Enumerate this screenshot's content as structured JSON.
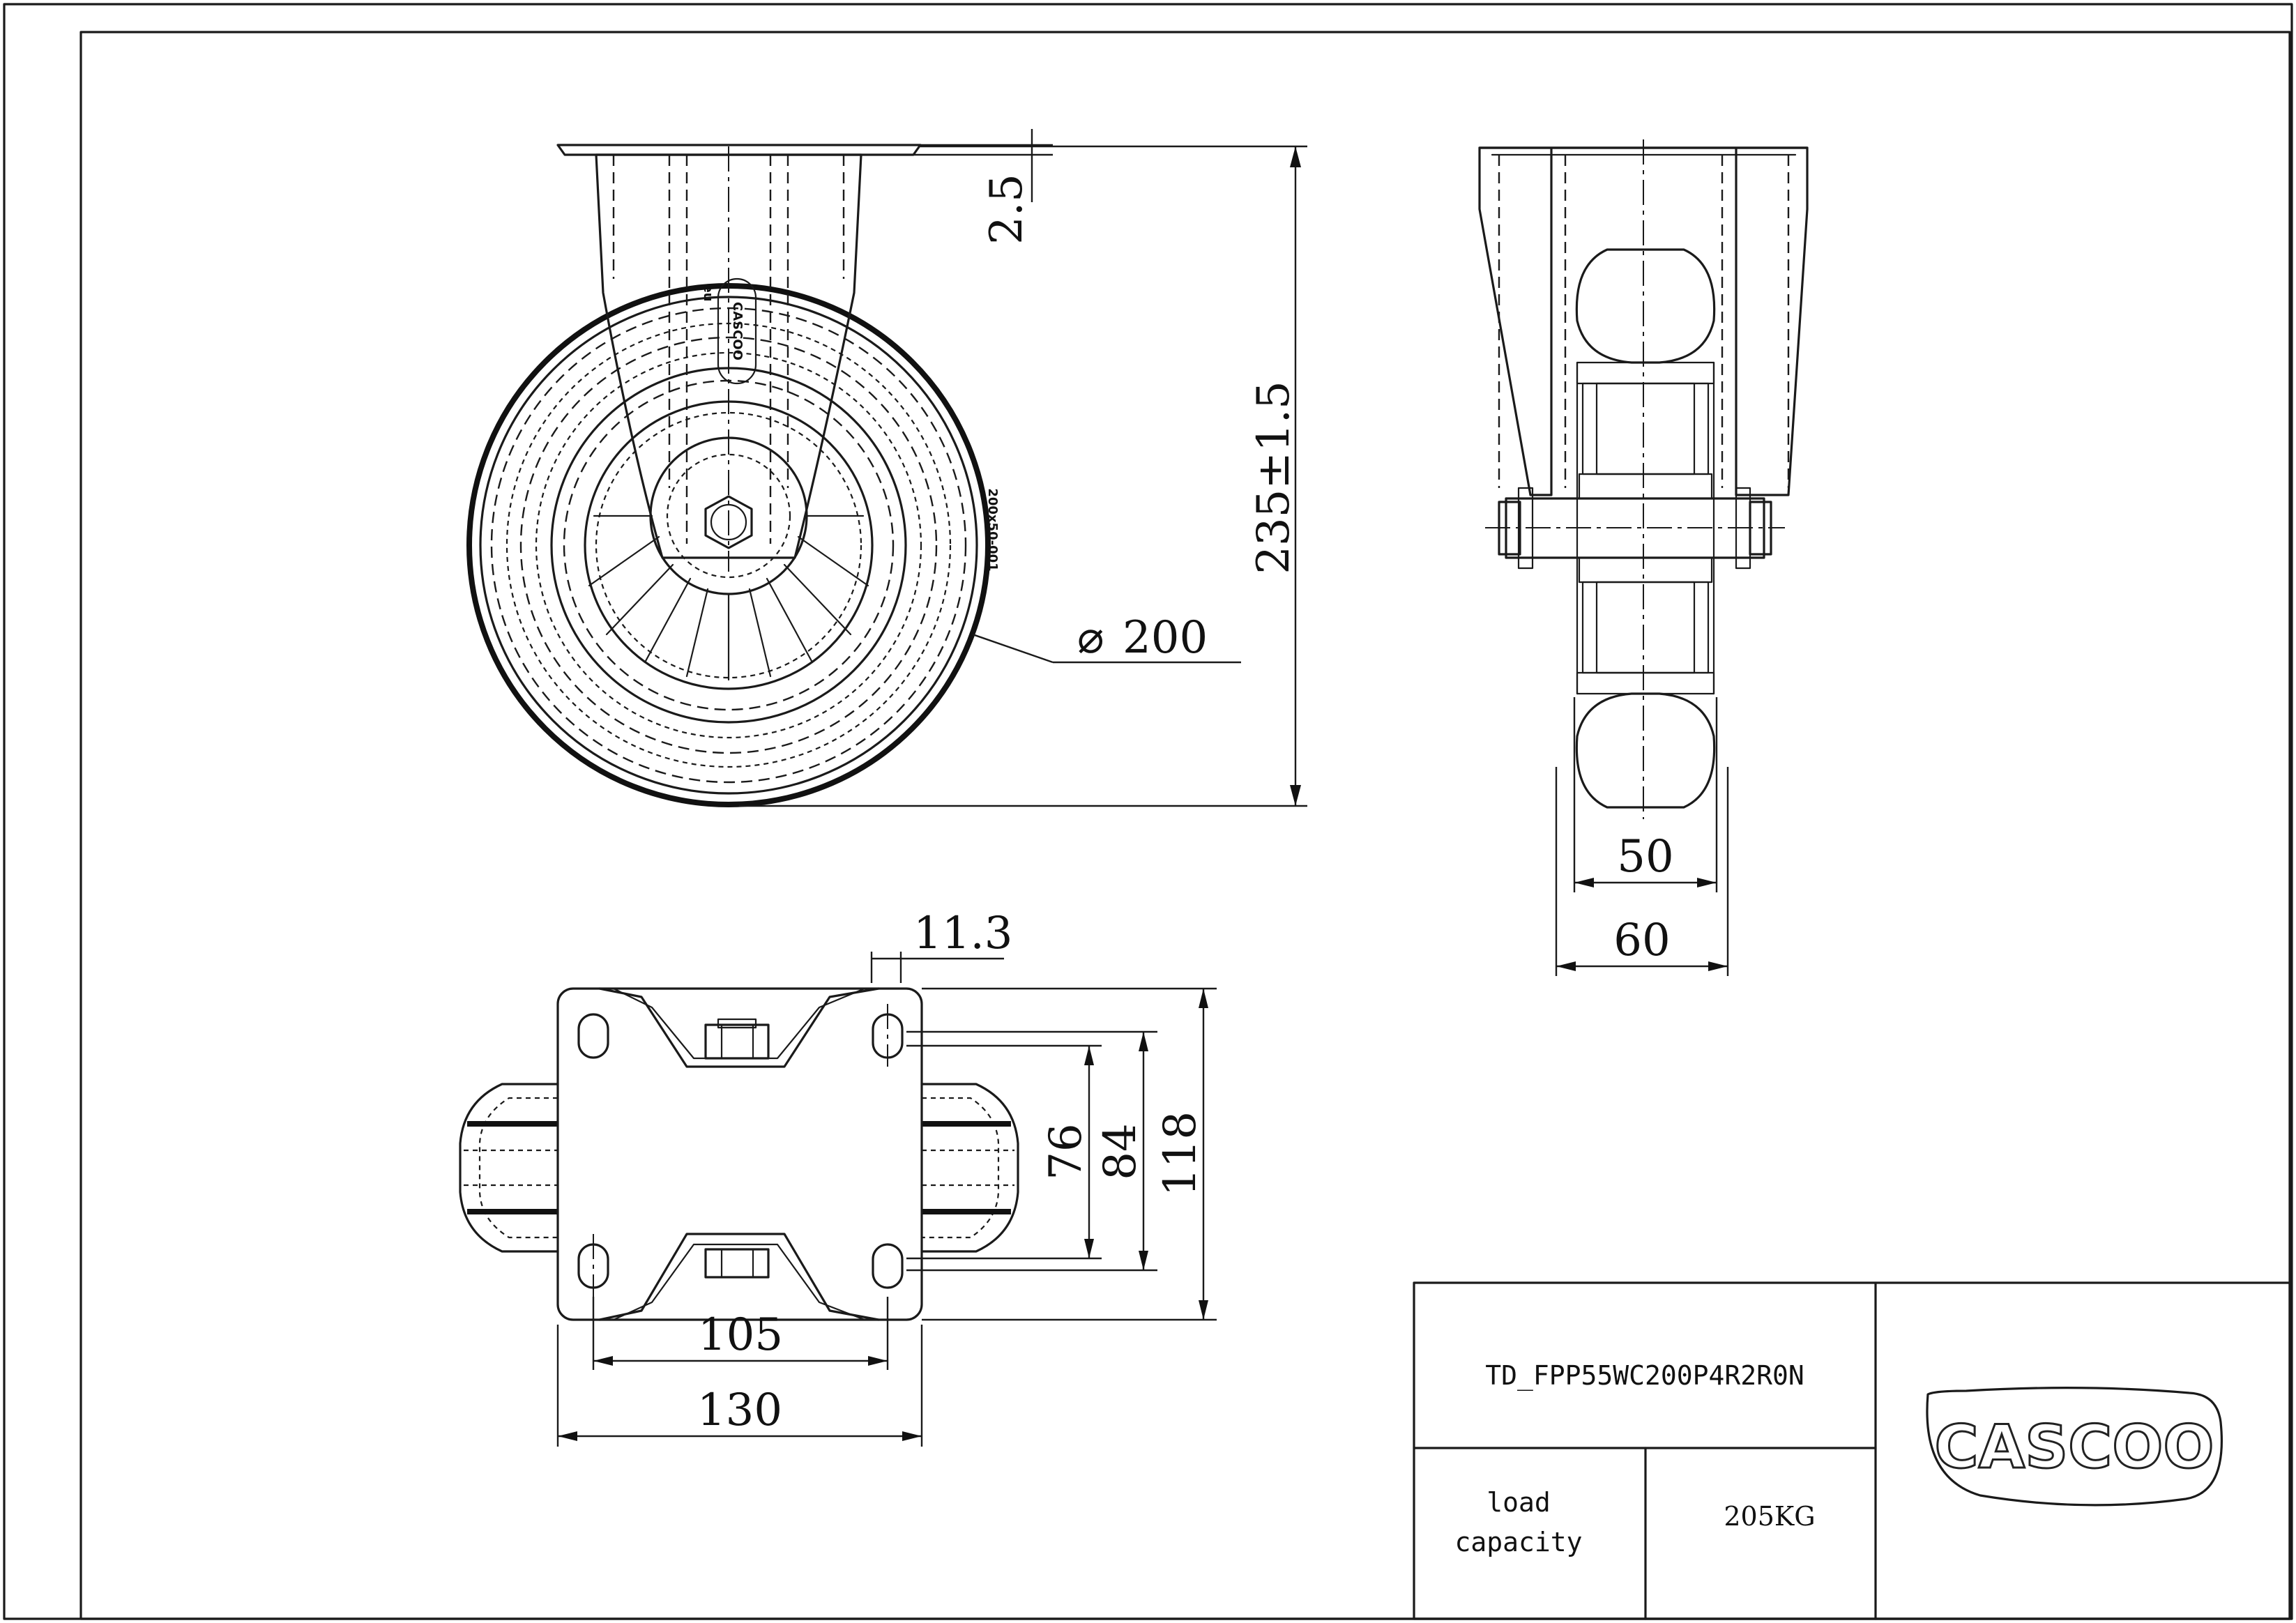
{
  "dimensions": {
    "plate_thickness": "2.5",
    "overall_height": "235±1.5",
    "wheel_diameter_symbol": "⌀",
    "wheel_diameter": "200",
    "wheel_width": "50",
    "fork_width": "60",
    "edge_offset": "11.3",
    "hole_spacing_short": "76",
    "hole_spacing_long": "84",
    "plate_length": "118",
    "hole_spacing_width": "105",
    "plate_width": "130"
  },
  "title_block": {
    "drawing_number": "TD_FPP55WC200P4R2R0N",
    "load_label_line1": "load",
    "load_label_line2": "capacity",
    "load_value": "205KG",
    "logo_text": "CASCOO"
  },
  "markings": {
    "housing_brand": "CASCOO",
    "housing_mark": "eu",
    "tire_mark": "200x50-001"
  }
}
